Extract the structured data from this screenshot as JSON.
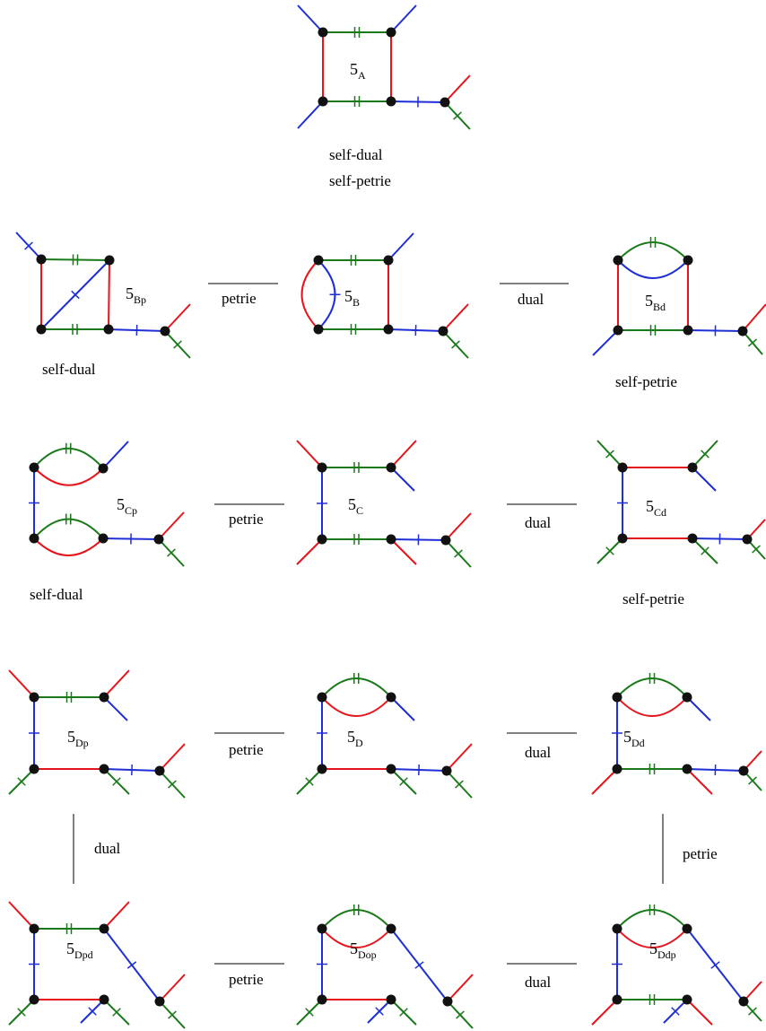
{
  "colors": {
    "red": "#e8141c",
    "green": "#1a7a1a",
    "blue": "#1f2fd6",
    "vertex": "#111111"
  },
  "diagrams": [
    {
      "id": "5A",
      "base": "5",
      "sub": "A",
      "captions": [
        "self-dual",
        "self-petrie"
      ]
    },
    {
      "id": "5Bp",
      "base": "5",
      "sub": "Bp",
      "captions": [
        "self-dual"
      ]
    },
    {
      "id": "5B",
      "base": "5",
      "sub": "B",
      "captions": []
    },
    {
      "id": "5Bd",
      "base": "5",
      "sub": "Bd",
      "captions": [
        "self-petrie"
      ]
    },
    {
      "id": "5Cp",
      "base": "5",
      "sub": "Cp",
      "captions": [
        "self-dual"
      ]
    },
    {
      "id": "5C",
      "base": "5",
      "sub": "C",
      "captions": []
    },
    {
      "id": "5Cd",
      "base": "5",
      "sub": "Cd",
      "captions": [
        "self-petrie"
      ]
    },
    {
      "id": "5Dp",
      "base": "5",
      "sub": "Dp",
      "captions": []
    },
    {
      "id": "5D",
      "base": "5",
      "sub": "D",
      "captions": []
    },
    {
      "id": "5Dd",
      "base": "5",
      "sub": "Dd",
      "captions": []
    },
    {
      "id": "5Dpd",
      "base": "5",
      "sub": "Dpd",
      "captions": []
    },
    {
      "id": "5Dop",
      "base": "5",
      "sub": "Dop",
      "captions": []
    },
    {
      "id": "5Ddp",
      "base": "5",
      "sub": "Ddp",
      "captions": []
    }
  ],
  "relations": [
    {
      "from": "5Bp",
      "to": "5B",
      "label": "petrie"
    },
    {
      "from": "5B",
      "to": "5Bd",
      "label": "dual"
    },
    {
      "from": "5Cp",
      "to": "5C",
      "label": "petrie"
    },
    {
      "from": "5C",
      "to": "5Cd",
      "label": "dual"
    },
    {
      "from": "5Dp",
      "to": "5D",
      "label": "petrie"
    },
    {
      "from": "5D",
      "to": "5Dd",
      "label": "dual"
    },
    {
      "from": "5Dp",
      "to": "5Dpd",
      "label": "dual"
    },
    {
      "from": "5Dd",
      "to": "5Ddp",
      "label": "petrie"
    },
    {
      "from": "5Dpd",
      "to": "5Dop",
      "label": "petrie"
    },
    {
      "from": "5Dop",
      "to": "5Ddp",
      "label": "dual"
    }
  ]
}
